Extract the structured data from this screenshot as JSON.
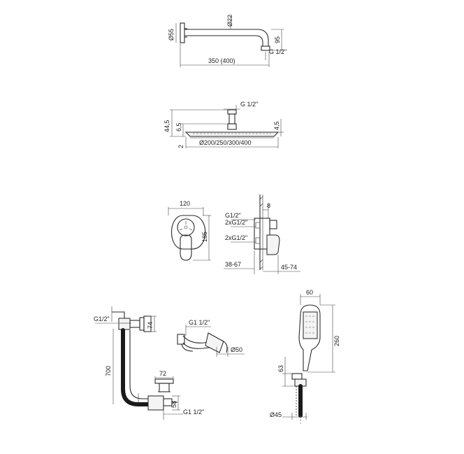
{
  "shower_arm": {
    "flange_dia": "Ø55",
    "pipe_dia": "Ø22",
    "drop": "95",
    "thread": "G 1/2\"",
    "length": "350 (400)"
  },
  "head_shower": {
    "thread": "G 1/2\"",
    "total_height": "44,5",
    "body_height": "6,5",
    "edge_height": "4,5",
    "gap": "2",
    "diameters": "Ø200/250/300/400"
  },
  "mixer_front": {
    "width": "120",
    "height": "185"
  },
  "mixer_side": {
    "wall_offset": "8",
    "conn_a": "G1/2\"",
    "conn_b": "2xG1/2\"",
    "conn_c": "2xG1/2\"",
    "depth_range": "38-67",
    "protrusion_range": "45-74"
  },
  "bath_filler": {
    "thread_top": "G1/2\"",
    "height_right": "74",
    "height_total": "700",
    "overflow_dia": "72",
    "drain_height": "58",
    "thread_bottom": "G1 1/2\""
  },
  "siphon": {
    "thread": "G1 1/2\"",
    "dia": "Ø50"
  },
  "hand_shower": {
    "width": "60",
    "length": "260",
    "holder_height": "63",
    "holder_dia": "Ø45"
  }
}
